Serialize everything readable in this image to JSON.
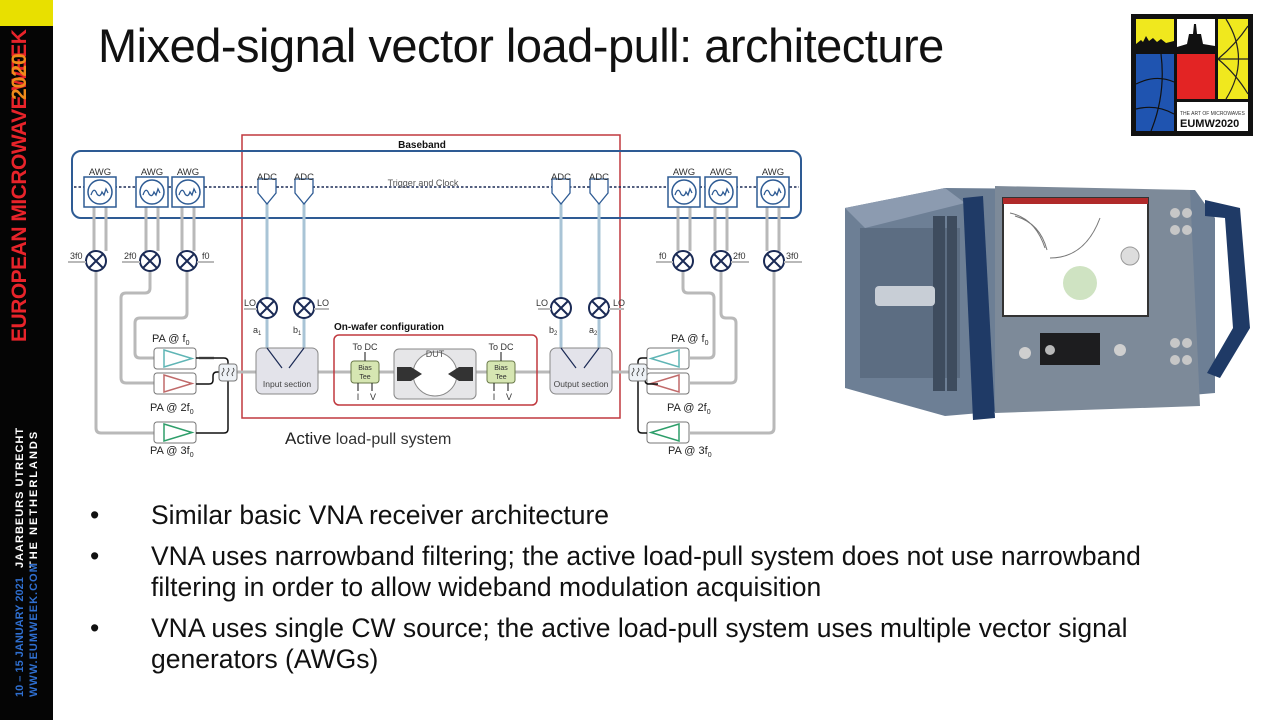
{
  "slide": {
    "title": "Mixed-signal vector load-pull: architecture",
    "bullets": [
      "Similar basic VNA receiver architecture",
      "VNA uses narrowband filtering; the active load-pull system does not use narrowband filtering in order to allow wideband modulation acquisition",
      "VNA uses single CW source; the active load-pull system uses multiple vector signal generators (AWGs)"
    ],
    "bullet_symbol": "•"
  },
  "sidebar": {
    "event_name_part1": "EUROPEAN MICROWAVE WEEK",
    "event_year": "2020",
    "venue_line1": "JAARBEURS UTRECHT",
    "venue_line2": "THE NETHERLANDS",
    "dates": "10 – 15 JANUARY 2021",
    "website": "WWW.EUMWEEK.COM",
    "colors": {
      "accent_red": "#e8232a",
      "accent_yellow": "#e8e000",
      "accent_blue": "#2f6fd0",
      "background": "#050505"
    }
  },
  "logo": {
    "tagline": "THE ART OF MICROWAVES",
    "wordmark": "EUMW2020"
  },
  "diagram": {
    "baseband_label": "Baseband",
    "trigger_label": "Trigger and Clock",
    "awg_label": "AWG",
    "adc_label": "ADC",
    "lo_label": "LO",
    "mixer_freqs_left": [
      "3f0",
      "2f0",
      "f0"
    ],
    "mixer_freqs_right": [
      "f0",
      "2f0",
      "3f0"
    ],
    "wave_labels": {
      "a1": "a",
      "a1_sub": "1",
      "b1": "b",
      "b1_sub": "1",
      "b2": "b",
      "b2_sub": "2",
      "a2": "a",
      "a2_sub": "2"
    },
    "pa_labels": [
      {
        "text": "PA @ f",
        "sub": "0"
      },
      {
        "text": "PA @ 2f",
        "sub": "0"
      },
      {
        "text": "PA @ 3f",
        "sub": "0"
      }
    ],
    "input_section": "Input section",
    "output_section": "Output section",
    "onwafer_label": "On-wafer configuration",
    "to_dc": "To DC",
    "bias_tee_line1": "Bias",
    "bias_tee_line2": "Tee",
    "i_label": "I",
    "v_label": "V",
    "dut_label": "DUT",
    "caption_bold": "Active",
    "caption_rest": " load-pull system",
    "colors": {
      "baseband_border": "#2e5b94",
      "system_border": "#c0393f",
      "pa1": "#5fb5b5",
      "pa2": "#c06a6a",
      "pa3": "#2e9e6a",
      "lines": "#b9b9b9"
    }
  },
  "device_photo": {
    "description": "Mixed-signal active load-pull instrument"
  }
}
